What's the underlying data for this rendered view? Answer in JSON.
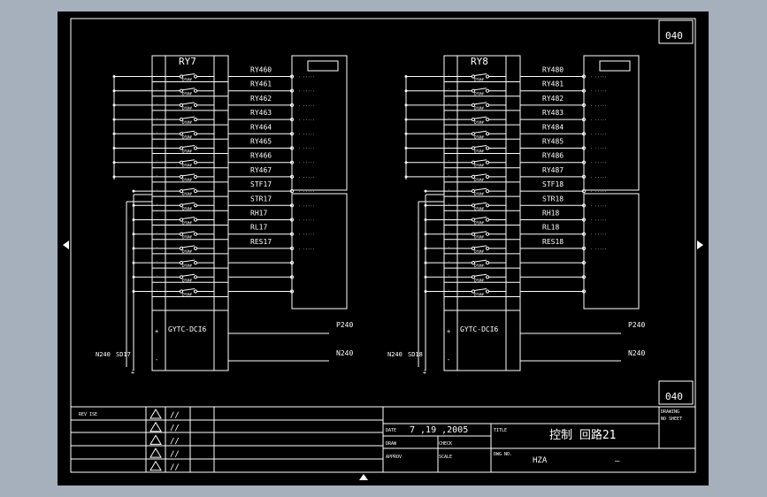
{
  "sheet": {
    "sheet_no": "040",
    "date_label": "DATE",
    "date_value": "7 ,19 ,2005",
    "title": "控制 回路21",
    "drawer": "HZA",
    "dash": "—",
    "triangle_marks": [
      "//",
      "//",
      "//",
      "//",
      "//"
    ]
  },
  "left_block": {
    "relay_name": "RY7",
    "card_label": "GYTC-DCI6",
    "bottom_labels": [
      "N240",
      "SD17"
    ],
    "signals": [
      "RY460",
      "RY461",
      "RY462",
      "RY463",
      "RY464",
      "RY465",
      "RY466",
      "RY467",
      "STF17",
      "STR17",
      "RH17",
      "RL17",
      "RES17"
    ],
    "bus_labels": [
      "P240",
      "N240"
    ]
  },
  "right_block": {
    "relay_name": "RY8",
    "card_label": "GYTC-DCI6",
    "bottom_labels": [
      "N240",
      "SD18"
    ],
    "signals": [
      "RY480",
      "RY481",
      "RY482",
      "RY483",
      "RY484",
      "RY485",
      "RY486",
      "RY487",
      "STF18",
      "STR18",
      "RH18",
      "RL18",
      "RES18"
    ],
    "bus_labels": [
      "P240",
      "N240"
    ]
  }
}
